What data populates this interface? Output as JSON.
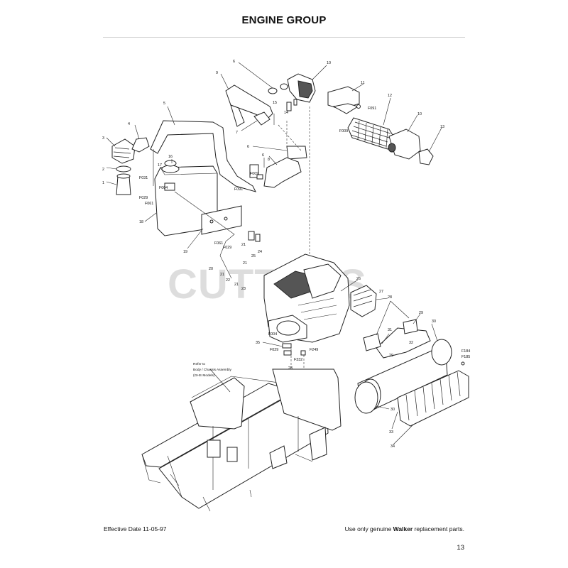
{
  "page": {
    "title": "ENGINE GROUP",
    "effective_date": "Effective Date 11-05-97",
    "notice_prefix": "Use only genuine ",
    "notice_brand": "Walker",
    "notice_suffix": " replacement parts.",
    "page_number": "13"
  },
  "watermark": "CUTTERS",
  "callout_note": [
    "Refer to",
    "Body / Chassis Assembly",
    "(GHS Models)"
  ],
  "labels": {
    "l1": "1",
    "l2": "2",
    "l3": "3",
    "l4": "4",
    "l5": "5",
    "l6a": "6",
    "l6b": "6",
    "l6c": "6",
    "l7": "7",
    "l8": "8",
    "l9": "9",
    "l10a": "10",
    "l10b": "10",
    "l11": "11",
    "l12": "12",
    "l13": "13",
    "l14": "14",
    "l15": "15",
    "l16": "16",
    "l17": "17",
    "l18": "18",
    "l19": "19",
    "l20": "20",
    "l21a": "21",
    "l21b": "21",
    "l21c": "21",
    "l21d": "21",
    "l22": "22",
    "l23": "23",
    "l24": "24",
    "l25": "25",
    "l26": "26",
    "l27": "27",
    "l28": "28",
    "l28b": "28",
    "l29a": "29",
    "l29b": "29",
    "l30a": "30",
    "l30b": "30",
    "l31": "31",
    "l32": "32",
    "l33": "33",
    "l34": "34",
    "l35": "35",
    "f031": "F031",
    "f029a": "F029",
    "f061a": "F061",
    "f004a": "F004",
    "f009a": "F009",
    "f091a": "F091",
    "f091b": "F091",
    "f009b": "F009",
    "f061b": "F061",
    "f029b": "F029",
    "f004b": "F004",
    "f029c": "F029",
    "f249": "F249",
    "f332": "F332",
    "f184": "F184",
    "f185": "F185"
  }
}
